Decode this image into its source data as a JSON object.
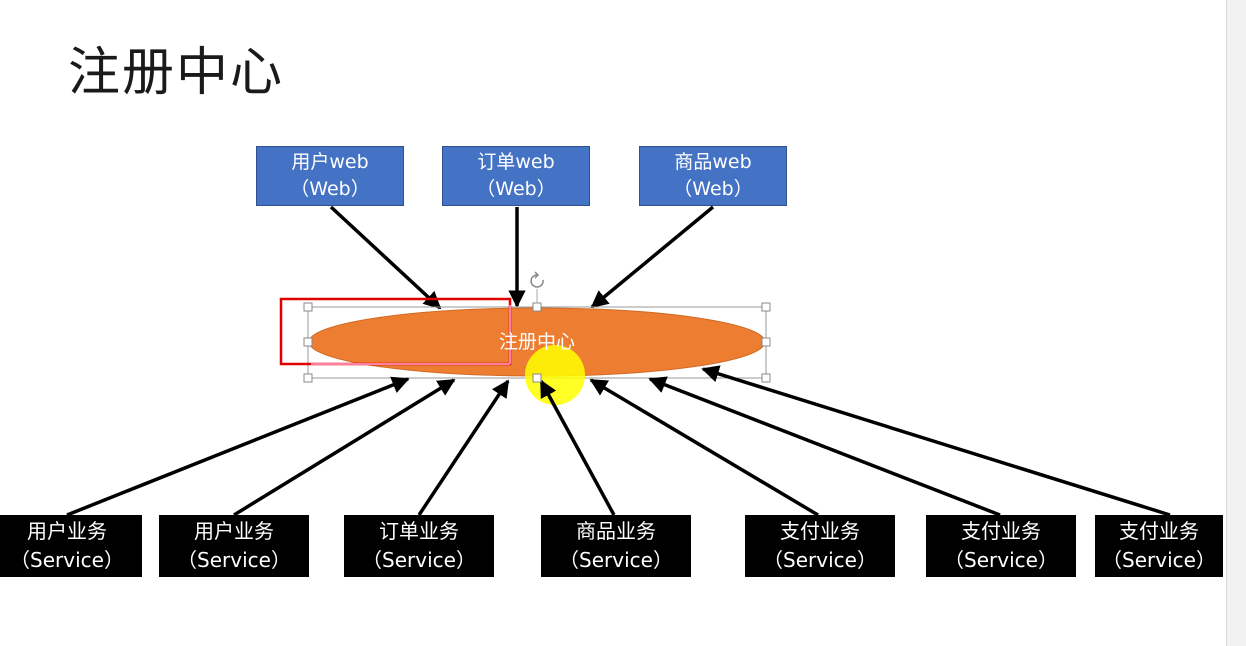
{
  "title": "注册中心",
  "center_node": {
    "label": "注册中心",
    "fill": "#ed7d31"
  },
  "web_nodes": [
    {
      "name": "用户web",
      "type": "（Web）"
    },
    {
      "name": "订单web",
      "type": "（Web）"
    },
    {
      "name": "商品web",
      "type": "（Web）"
    }
  ],
  "service_nodes": [
    {
      "name": "用户业务",
      "type": "（Service）"
    },
    {
      "name": "用户业务",
      "type": "（Service）"
    },
    {
      "name": "订单业务",
      "type": "（Service）"
    },
    {
      "name": "商品业务",
      "type": "（Service）"
    },
    {
      "name": "支付业务",
      "type": "（Service）"
    },
    {
      "name": "支付业务",
      "type": "（Service）"
    },
    {
      "name": "支付业务",
      "type": "（Service）"
    }
  ],
  "colors": {
    "web_box": "#4472c4",
    "service_box": "#000000",
    "arrow": "#000000",
    "selection_highlight": "#e00000",
    "cursor_highlight": "#ffff00"
  },
  "icons": [
    "rotate-handle-icon",
    "cursor-highlight-icon"
  ]
}
